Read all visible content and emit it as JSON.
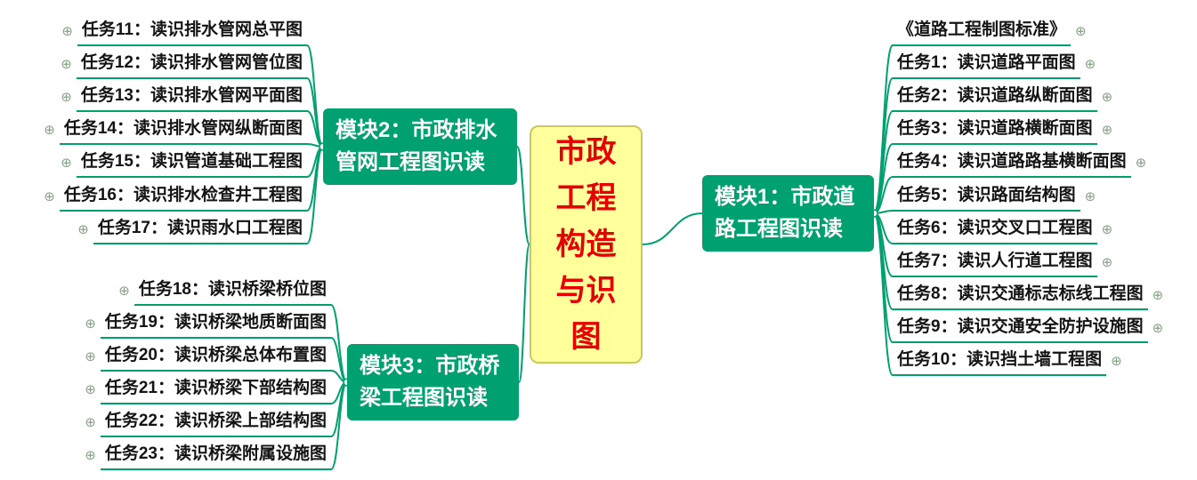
{
  "root": {
    "title": "市政工程构造与识图",
    "title_lines": [
      "市政",
      "工程",
      "构造",
      "与识",
      "图"
    ]
  },
  "modules": [
    {
      "label": "模块1：市政道路工程图识读",
      "label_lines": [
        "模块1：市政道",
        "路工程图识读"
      ],
      "items": [
        {
          "label": "《道路工程制图标准》"
        },
        {
          "label": "任务1：读识道路平面图"
        },
        {
          "label": "任务2：读识道路纵断面图"
        },
        {
          "label": "任务3：读识道路横断面图"
        },
        {
          "label": "任务4：读识道路路基横断面图"
        },
        {
          "label": "任务5：读识路面结构图"
        },
        {
          "label": "任务6：读识交叉口工程图"
        },
        {
          "label": "任务7：读识人行道工程图"
        },
        {
          "label": "任务8：读识交通标志标线工程图"
        },
        {
          "label": "任务9：读识交通安全防护设施图"
        },
        {
          "label": "任务10：读识挡土墙工程图"
        }
      ]
    },
    {
      "label": "模块2：市政排水管网工程图识读",
      "label_lines": [
        "模块2：市政排水",
        "管网工程图识读"
      ],
      "items": [
        {
          "label": "任务11：读识排水管网总平图"
        },
        {
          "label": "任务12：读识排水管网管位图"
        },
        {
          "label": "任务13：读识排水管网平面图"
        },
        {
          "label": "任务14：读识排水管网纵断面图"
        },
        {
          "label": "任务15：读识管道基础工程图"
        },
        {
          "label": "任务16：读识排水检查井工程图"
        },
        {
          "label": "任务17：读识雨水口工程图"
        }
      ]
    },
    {
      "label": "模块3：市政桥梁工程图识读",
      "label_lines": [
        "模块3：市政桥",
        "梁工程图识读"
      ],
      "items": [
        {
          "label": "任务18：读识桥梁桥位图"
        },
        {
          "label": "任务19：读识桥梁地质断面图"
        },
        {
          "label": "任务20：读识桥梁总体布置图"
        },
        {
          "label": "任务21：读识桥梁下部结构图"
        },
        {
          "label": "任务22：读识桥梁上部结构图"
        },
        {
          "label": "任务23：读识桥梁附属设施图"
        }
      ]
    }
  ],
  "icons": {
    "expand": "⊕"
  },
  "colors": {
    "branch_green": "#00a070",
    "center_bg": "#ffff9c",
    "center_text": "#e60000"
  }
}
